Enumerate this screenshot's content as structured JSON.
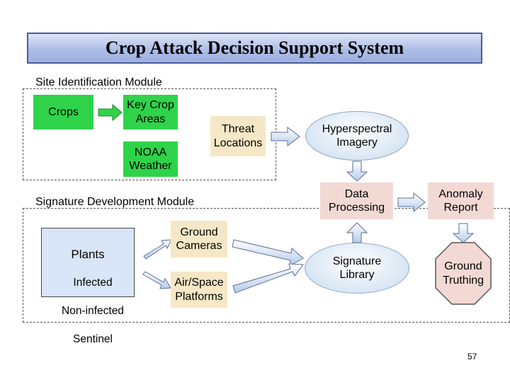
{
  "title": "Crop Attack Decision Support System",
  "modules": {
    "site": "Site Identification Module",
    "signature": "Signature Development Module"
  },
  "nodes": {
    "crops": "Crops",
    "key_crop_areas": "Key Crop\nAreas",
    "noaa_weather": "NOAA\nWeather",
    "threat_locations": "Threat\nLocations",
    "hyperspectral_imagery": "Hyperspectral\nImagery",
    "data_processing": "Data\nProcessing",
    "anomaly_report": "Anomaly\nReport",
    "ground_truthing": "Ground\nTruthing",
    "signature_library": "Signature\nLibrary",
    "ground_cameras": "Ground\nCameras",
    "air_space_platforms": "Air/Space\nPlatforms"
  },
  "plants": {
    "heading": "Plants",
    "items": [
      "Infected",
      "Non-infected",
      "Sentinel"
    ]
  },
  "page_number": "57",
  "colors": {
    "green": "#2fd34a",
    "tan": "#f6e8c6",
    "pink": "#f3d9d4",
    "oval": "#d8e6f4",
    "octagon": "#f3d9d4",
    "title_bar": "#aebde6"
  }
}
